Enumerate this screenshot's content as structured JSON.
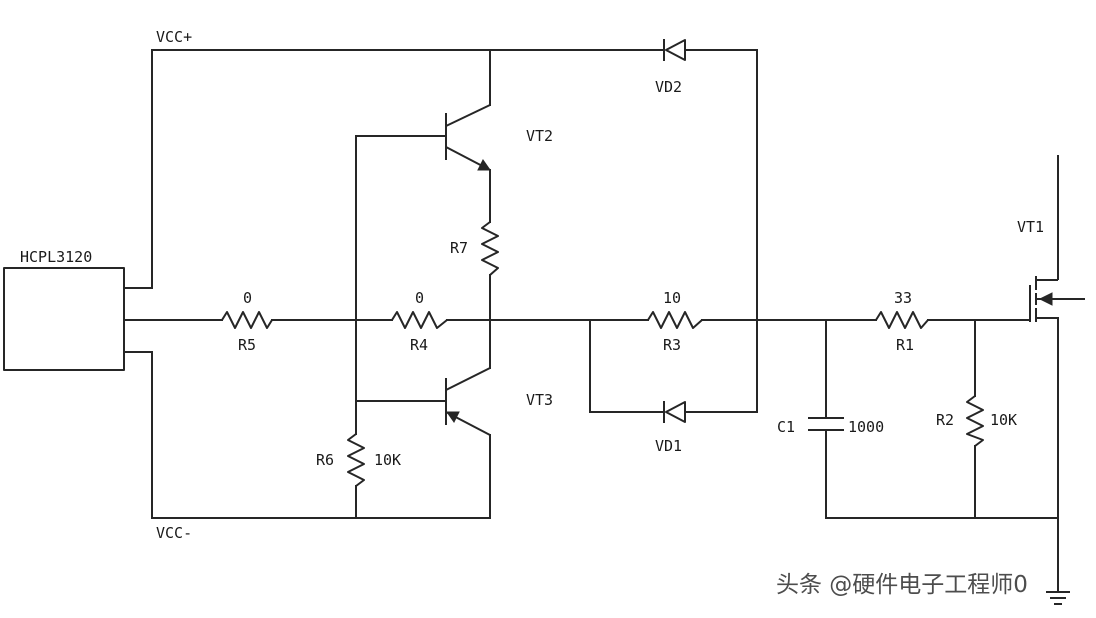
{
  "diagram": {
    "labels": {
      "vcc_plus": "VCC+",
      "vcc_minus": "VCC-",
      "driver_ic": "HCPL3120",
      "vt1": "VT1",
      "vt2": "VT2",
      "vt3": "VT3",
      "vd1": "VD1",
      "vd2": "VD2",
      "r1_name": "R1",
      "r1_value": "33",
      "r2_name": "R2",
      "r2_value": "10K",
      "r3_name": "R3",
      "r3_value": "10",
      "r4_name": "R4",
      "r4_value": "0",
      "r5_name": "R5",
      "r5_value": "0",
      "r6_name": "R6",
      "r6_value": "10K",
      "r7_name": "R7",
      "c1_name": "C1",
      "c1_value": "1000"
    }
  },
  "watermark": {
    "text": "头条 @硬件电子工程师0"
  },
  "colors": {
    "ink": "#262626",
    "background": "#ffffff",
    "watermark": "#4d4d4d"
  }
}
